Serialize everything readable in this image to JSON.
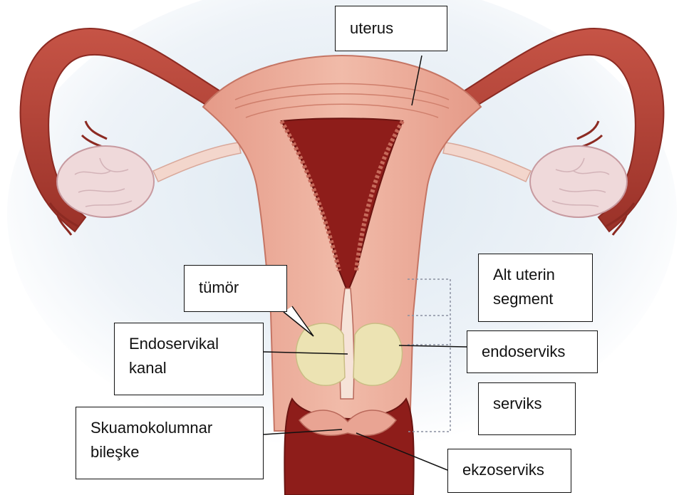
{
  "labels": {
    "uterus": "uterus",
    "alt_uterin_segment": [
      "Alt uterin",
      "segment"
    ],
    "tumor": "tümör",
    "endoservikal_kanal": [
      "Endoservikal",
      "kanal"
    ],
    "endoserviks": "endoserviks",
    "serviks": "serviks",
    "skuamokolumnar_bileske": [
      "Skuamokolumnar",
      "bileşke"
    ],
    "ekzoserviks": "ekzoserviks"
  },
  "colors": {
    "tube": "#b8483c",
    "tube_dark": "#8c2a22",
    "muscle": "#e9a493",
    "muscle_light": "#f2c0b1",
    "cavity": "#8e1d1a",
    "ovary": "#efd9da",
    "tumor": "#ece3b3",
    "background_glow": "#dfe9f2",
    "ligament": "#f3d6cc",
    "dotted_bracket": "#8a8fa0"
  }
}
